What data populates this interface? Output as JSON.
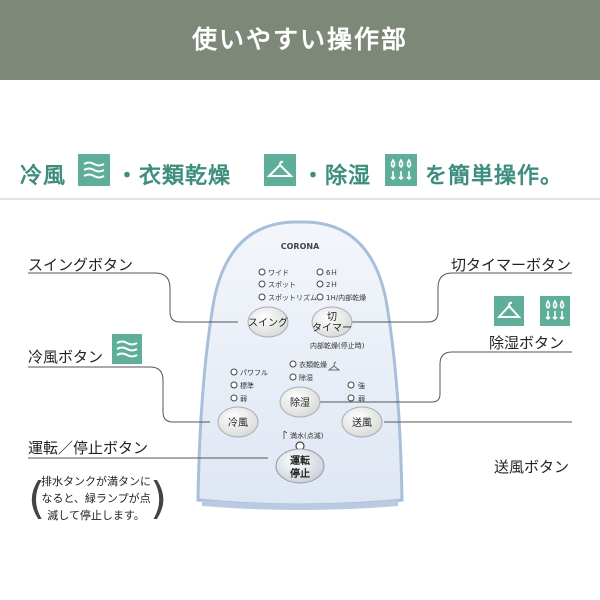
{
  "header": {
    "title": "使いやすい操作部",
    "bg_color": "#7d8878"
  },
  "tagline": {
    "part1": "冷風",
    "part2": "・衣類乾燥",
    "part3": "・除湿",
    "part4": "を簡単操作。",
    "color": "#3d8e7e",
    "icons": [
      "wind-icon",
      "hanger-icon",
      "droplets-icon"
    ]
  },
  "callouts": {
    "swing": "スイングボタン",
    "cool_wind": "冷風ボタン",
    "run_stop": "運転／停止ボタン",
    "off_timer": "切タイマーボタン",
    "dehumidify": "除湿ボタン",
    "fan": "送風ボタン",
    "note": "排水タンクが満タンになると、緑ランプが点滅して停止します。"
  },
  "panel": {
    "brand": "CORONA",
    "swing_modes": [
      "ワイド",
      "スポット",
      "スポットリズム"
    ],
    "timer_options": [
      "6Ｈ",
      "2Ｈ",
      "1H/内部乾燥"
    ],
    "swing_button": "スイング",
    "timer_button_line1": "切",
    "timer_button_line2": "タイマー",
    "timer_note": "内部乾燥(停止時)",
    "dry_modes": [
      "衣類乾燥",
      "除湿"
    ],
    "cool_levels": [
      "パワフル",
      "標準",
      "弱"
    ],
    "fan_levels": [
      "強",
      "弱"
    ],
    "dehumidify_button": "除湿",
    "cool_button": "冷風",
    "fan_button": "送風",
    "full_water": "満水(点滅)",
    "run_button_line1": "運転",
    "run_button_line2": "停止"
  }
}
